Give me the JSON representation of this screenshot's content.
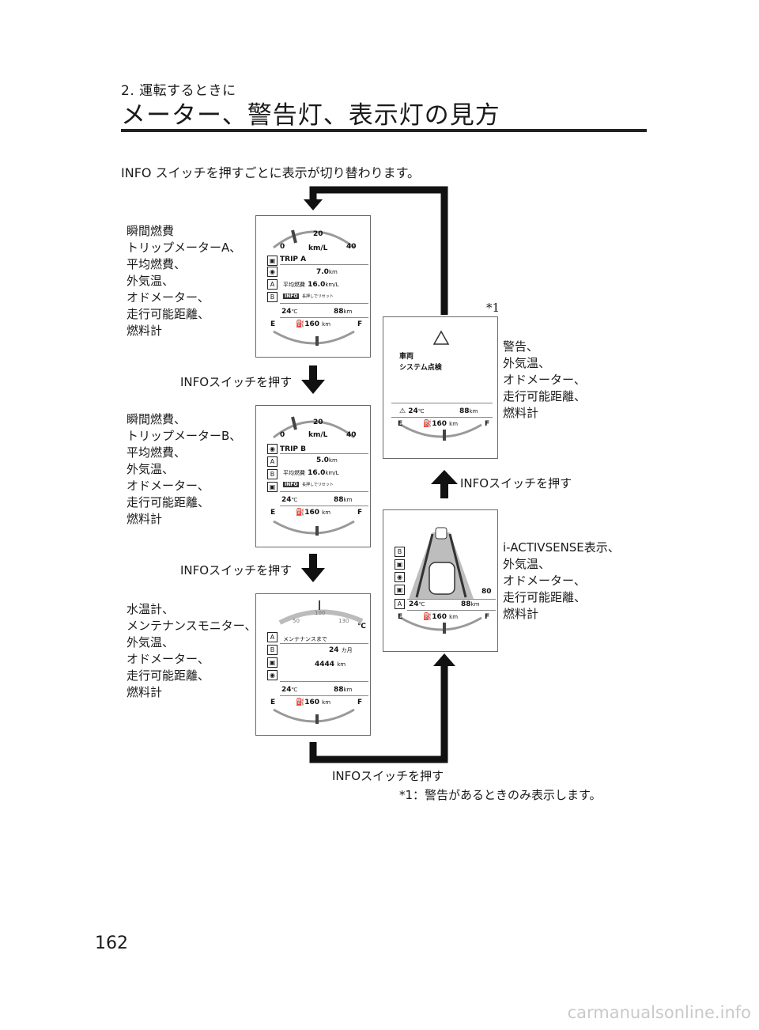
{
  "header": {
    "section": "2. 運転するときに",
    "title": "メーター、警告灯、表示灯の見方"
  },
  "intro": "INFO スイッチを押すごとに表示が切り替わります。",
  "captions": {
    "trip_a": "瞬間燃費\nトリップメーターA、\n平均燃費、\n外気温、\nオドメーター、\n走行可能距離、\n燃料計",
    "trip_b": "瞬間燃費、\nトリップメーターB、\n平均燃費、\n外気温、\nオドメーター、\n走行可能距離、\n燃料計",
    "maintenance": "水温計、\nメンテナンスモニター、\n外気温、\nオドメーター、\n走行可能距離、\n燃料計",
    "warning": "警告、\n外気温、\nオドメーター、\n走行可能距離、\n燃料計",
    "activsense": "i-ACTIVSENSE表示、\n外気温、\nオドメーター、\n走行可能距離、\n燃料計"
  },
  "press_label": "INFOスイッチを押す",
  "note_mark": "*1",
  "footnote": "*1：警告があるときのみ表示します。",
  "page_number": "162",
  "watermark": "carmanualsonline.info",
  "display": {
    "fuel_scale": {
      "min": "0",
      "mid": "20",
      "max": "40",
      "unit": "km/L"
    },
    "fuel_gauge": {
      "empty": "E",
      "full": "F"
    },
    "trip_a": {
      "label": "TRIP A",
      "distance": "7.0",
      "distance_unit": "km",
      "avg_label": "平均燃費",
      "avg_value": "16.0",
      "avg_unit": "km/L"
    },
    "trip_b": {
      "label": "TRIP B",
      "distance": "5.0",
      "distance_unit": "km",
      "avg_label": "平均燃費",
      "avg_value": "16.0",
      "avg_unit": "km/L"
    },
    "info_badge": "INFO",
    "reset_hint": "長押しでリセット",
    "temp": "24",
    "temp_unit": "℃",
    "odo": "88",
    "odo_unit": "km",
    "range": "160",
    "range_unit": "km",
    "water_scale": {
      "low": "50",
      "mid": "100",
      "high": "130",
      "unit": "℃"
    },
    "maintenance": {
      "label": "メンテナンスまで",
      "months": "24",
      "months_unit": "カ月",
      "distance": "4444",
      "distance_unit": "km"
    },
    "warning_text": [
      "車両",
      "システム点検"
    ],
    "speed_limit": "80",
    "icon_letters": {
      "a": "A",
      "b": "B"
    }
  }
}
